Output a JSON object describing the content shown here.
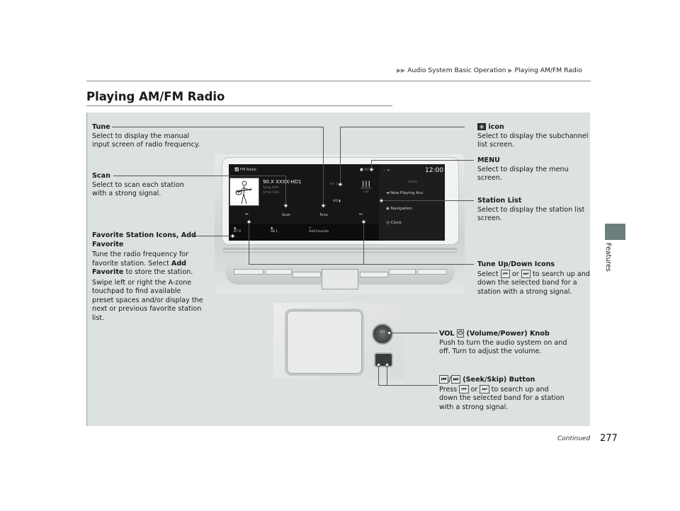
{
  "header": {
    "breadcrumb": [
      "Audio System Basic Operation",
      "Playing AM/FM Radio"
    ],
    "breadcrumb_arrow": "▶▶",
    "breadcrumb_sep": "▶",
    "page_title": "Playing AM/FM Radio"
  },
  "side_tab": {
    "label": "Features",
    "color": "#6e7e7e"
  },
  "footer": {
    "continued": "Continued",
    "page_number": "277"
  },
  "panel": {
    "background": "#dce1e1"
  },
  "callouts": {
    "tune": {
      "title": "Tune",
      "body": "Select to display the manual input screen of radio frequency."
    },
    "scan": {
      "title": "Scan",
      "body": "Select to scan each station with a strong signal."
    },
    "favorite": {
      "title": "Favorite Station Icons, Add Favorite",
      "body1_pre": "Tune the radio frequency for favorite station. Select ",
      "body1_bold": "Add Favorite",
      "body1_post": " to store the station.",
      "body2": "Swipe left or right the A-zone touchpad to find available preset spaces and/or display the next or previous favorite station list."
    },
    "subchannel": {
      "title": "icon",
      "icon": "subchannel-icon",
      "body": "Select to display the subchannel list screen."
    },
    "menu": {
      "title": "MENU",
      "body": "Select to display the menu screen."
    },
    "station_list": {
      "title": "Station List",
      "body": "Select to display the station list screen."
    },
    "tune_updown": {
      "title": "Tune Up/Down Icons",
      "pre": "Select ",
      "mid": " or ",
      "post": " to search up and down the selected band for a station with a strong signal.",
      "prev_glyph": "⏮",
      "next_glyph": "⏭"
    },
    "vol": {
      "title_pre": "VOL ",
      "title_post": " (Volume/Power) Knob",
      "power_glyph": "⏻",
      "body": "Push to turn the audio system on and off. Turn to adjust the volume."
    },
    "seek": {
      "title_post": " (Seek/Skip) Button",
      "sep": "/",
      "pre": "Press ",
      "mid": " or ",
      "post": " to search up and down the selected band for a station with a strong signal.",
      "prev_glyph": "⏮",
      "next_glyph": "⏭"
    }
  },
  "screen": {
    "source": "FM Radio",
    "station": "90.X XXXX-HD1",
    "song": "Song AAA",
    "artist": "Artist AAA",
    "hd_channels": "1 2 3",
    "menu_label": "MENU",
    "station_list": [
      "Station",
      "List"
    ],
    "scan": "Scan",
    "tune": "Tune",
    "prev_glyph": "⏮",
    "next_glyph": "⏭",
    "clock": "12:00",
    "cards_label": "Cards",
    "cards": [
      "Now Playing Auc",
      "Navigation",
      "Clock"
    ],
    "favorites": [
      "87.9",
      "98.1",
      "Add Favorite"
    ],
    "add_glyph": "+",
    "vol_label": "VOL"
  }
}
